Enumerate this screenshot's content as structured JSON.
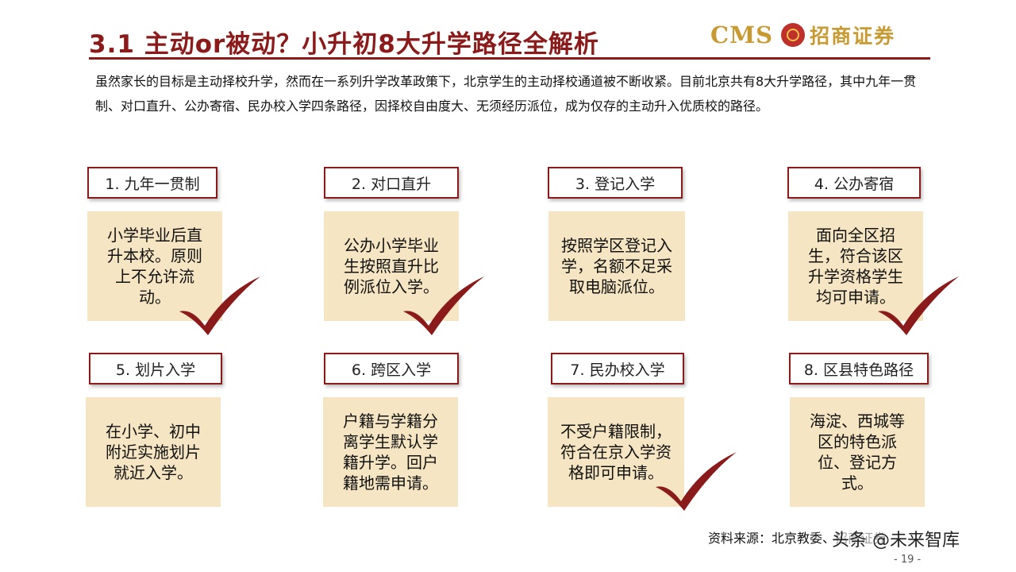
{
  "title": "3.1 主动or被动？小升初8大升学路径全解析",
  "logo": {
    "latin": "CMS",
    "chinese": "招商证券"
  },
  "intro": "虽然家长的目标是主动择校升学，然而在一系列升学改革政策下，北京学生的主动择校通道被不断收紧。目前北京共有8大升学路径，其中九年一贯制、对口直升、公办寄宿、民办校入学四条路径，因择校自由度大、无须经历派位，成为仅存的主动升入优质校的路径。",
  "paths": [
    {
      "label": "1. 九年一贯制",
      "desc": "小学毕业后直升本校。原则上不允许流动。",
      "checked": true
    },
    {
      "label": "2. 对口直升",
      "desc": "公办小学毕业生按照直升比例派位入学。",
      "checked": true
    },
    {
      "label": "3. 登记入学",
      "desc": "按照学区登记入学，名额不足采取电脑派位。",
      "checked": false
    },
    {
      "label": "4. 公办寄宿",
      "desc": "面向全区招生，符合该区升学资格学生均可申请。",
      "checked": true
    },
    {
      "label": "5. 划片入学",
      "desc": "在小学、初中附近实施划片就近入学。",
      "checked": false
    },
    {
      "label": "6. 跨区入学",
      "desc": "户籍与学籍分离学生默认学籍升学。回户籍地需申请。",
      "checked": false
    },
    {
      "label": "7. 民办校入学",
      "desc": "不受户籍限制，符合在京入学资格即可申请。",
      "checked": true
    },
    {
      "label": "8. 区县特色路径",
      "desc": "海淀、西城等区的特色派位、登记方式。",
      "checked": false
    }
  ],
  "source": "资料来源：北京教委、招商证券",
  "watermark": "头条 @未来智库",
  "page_number": "- 19 -",
  "colors": {
    "accent": "#8b1a1a",
    "card": "#f5e5c3",
    "logo_gold": "#c79a32"
  }
}
